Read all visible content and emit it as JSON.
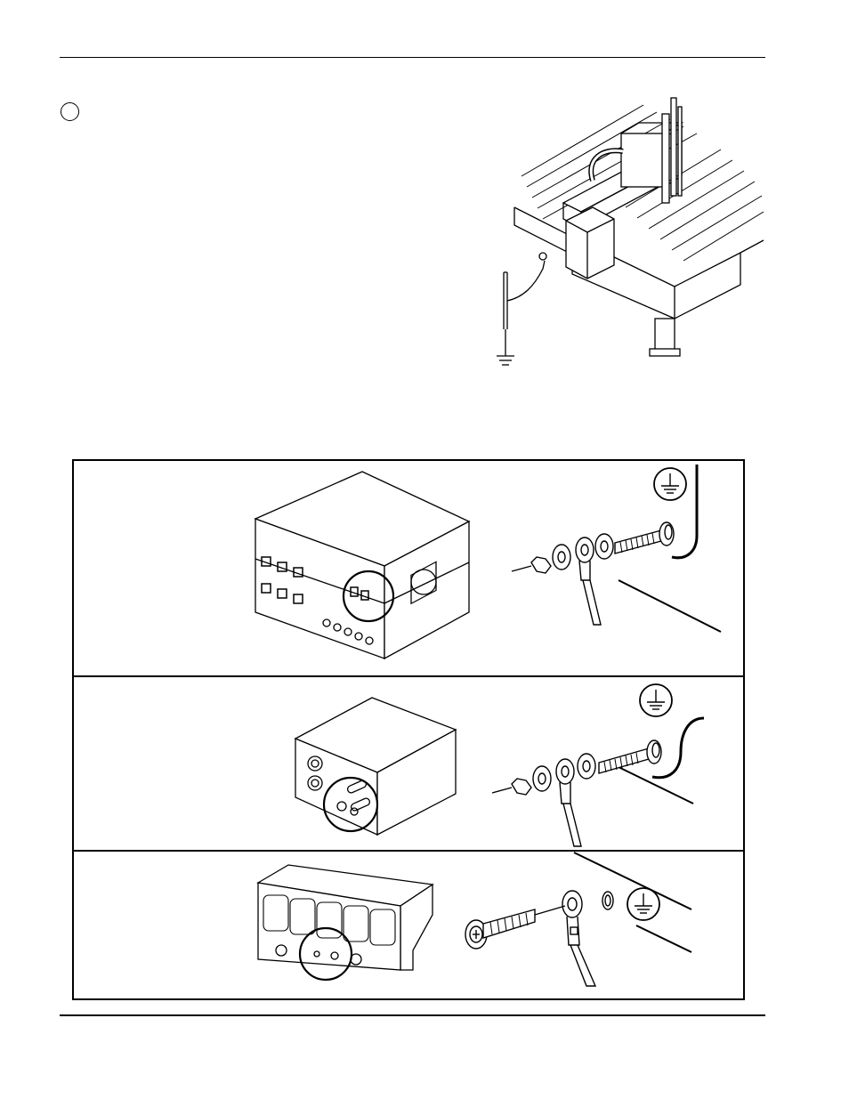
{
  "page": {
    "has_step_marker": true
  },
  "figures": {
    "cutting_table": {
      "icon": "cutting-table-ground-rod-illustration"
    },
    "panels": [
      {
        "id": "power-supply",
        "icon": "power-supply-unit-illustration",
        "hardware_icon": "nut-washers-lug-stud-illustration",
        "ground_symbol": "protective-earth-icon"
      },
      {
        "id": "console",
        "icon": "console-box-illustration",
        "hardware_icon": "nut-washers-lug-stud-illustration",
        "ground_symbol": "protective-earth-icon"
      },
      {
        "id": "filter-assembly",
        "icon": "filter-assembly-illustration",
        "hardware_icon": "screw-lug-illustration",
        "ground_symbol": "protective-earth-icon"
      }
    ]
  }
}
